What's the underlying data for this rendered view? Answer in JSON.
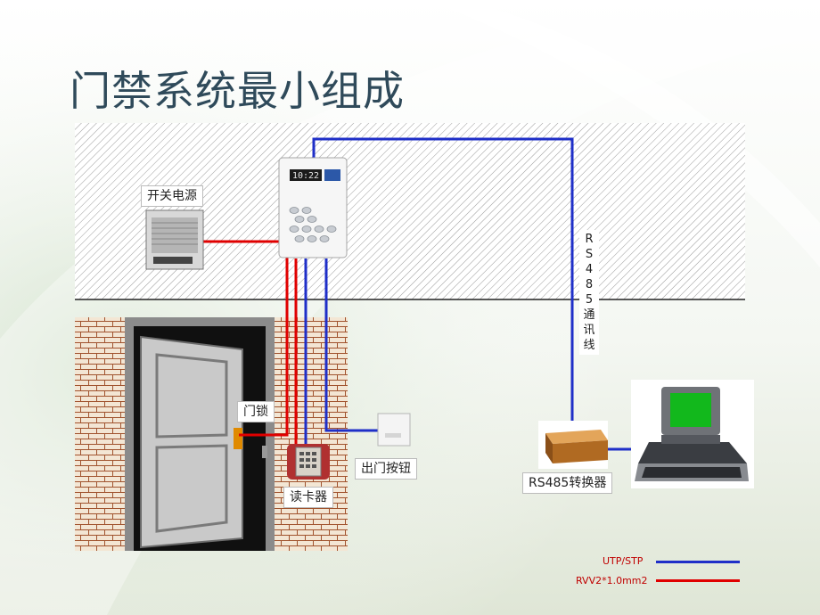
{
  "title": "门禁系统最小组成",
  "labels": {
    "power_supply": "开关电源",
    "door_lock": "门锁",
    "card_reader": "读卡器",
    "exit_button": "出门按钮",
    "converter": "RS485转换器",
    "controller_display": "10:22"
  },
  "rs485_label": [
    "R",
    "S",
    "4",
    "8",
    "5",
    "通",
    "讯",
    "线"
  ],
  "legend": [
    {
      "label": "UTP/STP",
      "color": "#1f2fc8"
    },
    {
      "label": "RVV2*1.0mm2",
      "color": "#e00000"
    }
  ],
  "colors": {
    "utp": "#1f2fc8",
    "rvv": "#e00000"
  }
}
